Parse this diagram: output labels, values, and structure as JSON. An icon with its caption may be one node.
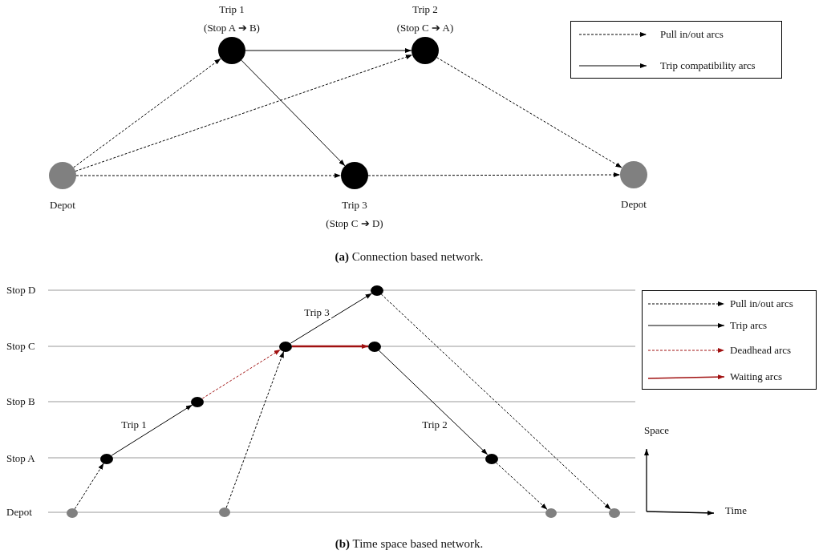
{
  "diagram": {
    "nodes": [
      {
        "text": [
          "Depot"
        ]
      },
      {
        "text": [
          "Trip 1",
          "(Stop A ➔ B)"
        ]
      },
      {
        "text": [
          "Trip 2",
          "(Stop C ➔ A)"
        ]
      },
      {
        "text": [
          "Trip 3",
          "(Stop C ➔ D)"
        ]
      },
      {
        "text": [
          "Depot"
        ]
      },
      {
        "text": [],
        "shape": "circle"
      },
      {
        "text": [],
        "shape": "circle"
      },
      {
        "text": [],
        "shape": "circle"
      },
      {
        "text": [],
        "shape": "circle"
      },
      {
        "text": [],
        "shape": "circle"
      },
      {
        "text": [],
        "shape": "circle"
      },
      {
        "text": [],
        "shape": "circle"
      },
      {
        "text": [],
        "shape": "circle"
      },
      {
        "text": [],
        "shape": "circle"
      },
      {
        "text": [],
        "shape": "circle"
      }
    ],
    "edges": [
      {
        "from": 0,
        "to": 1,
        "arrow": "to",
        "style": "dashed"
      },
      {
        "from": 0,
        "to": 2,
        "arrow": "to",
        "style": "dashed"
      },
      {
        "from": 0,
        "to": 3,
        "arrow": "to",
        "style": "dashed"
      },
      {
        "from": 1,
        "to": 2,
        "arrow": "to"
      },
      {
        "from": 1,
        "to": 3,
        "arrow": "to"
      },
      {
        "from": 2,
        "to": 4,
        "arrow": "to",
        "style": "dashed"
      },
      {
        "from": 3,
        "to": 4,
        "arrow": "to",
        "style": "dashed"
      },
      {
        "from": 5,
        "to": 6,
        "arrow": "to",
        "style": "dashed"
      },
      {
        "from": 6,
        "to": 7,
        "arrow": "to",
        "label": "Trip 1"
      },
      {
        "from": 7,
        "to": 9,
        "arrow": "to",
        "style": "dashed",
        "color": "#a01010"
      },
      {
        "from": 8,
        "to": 9,
        "arrow": "to",
        "style": "dashed"
      },
      {
        "from": 9,
        "to": 11,
        "arrow": "to",
        "label": "Trip 3"
      },
      {
        "from": 9,
        "to": 10,
        "arrow": "to",
        "style": "thick",
        "color": "#a01010"
      },
      {
        "from": 10,
        "to": 12,
        "arrow": "to",
        "label": "Trip 2"
      },
      {
        "from": 12,
        "to": 13,
        "arrow": "to",
        "style": "dashed"
      },
      {
        "from": 11,
        "to": 14,
        "arrow": "to",
        "style": "dashed"
      }
    ],
    "labels": [
      "**(a)** Connection based network.",
      "Stop D",
      "Stop C",
      "Stop B",
      "Space",
      "Stop A",
      "Depot",
      "Time",
      "**(b)** Time space based network."
    ],
    "legend": [
      {
        "text": "Pull in/out arcs"
      },
      {
        "text": "Trip compatibility arcs"
      },
      {
        "text": "Pull in/out arcs"
      },
      {
        "text": "Trip arcs"
      },
      {
        "text": "Deadhead arcs"
      },
      {
        "text": "Waiting arcs"
      }
    ]
  }
}
